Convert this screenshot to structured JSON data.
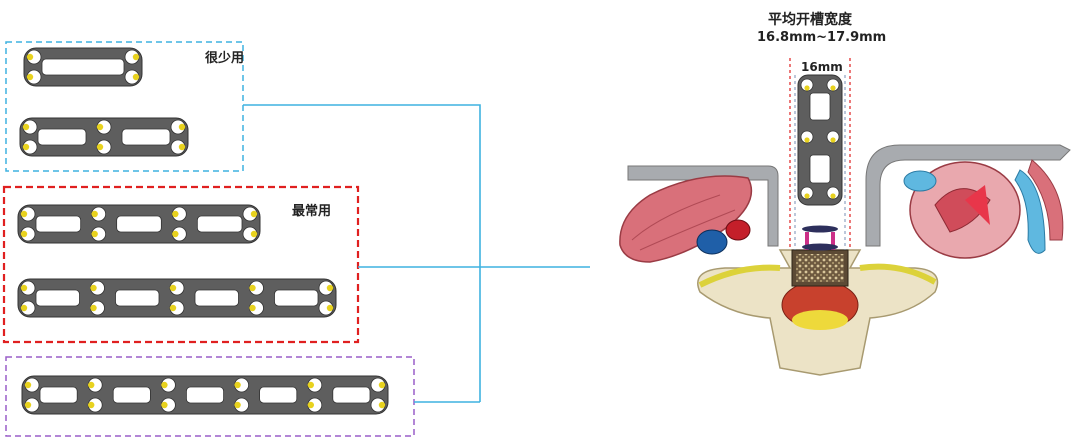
{
  "groups": [
    {
      "label": "很少用",
      "color": "#3fb2e0"
    },
    {
      "label": "最常用",
      "color": "#e02020"
    },
    {
      "label": "",
      "color": "#9a5fc8"
    }
  ],
  "measure": {
    "title": "平均开槽宽度",
    "range": "16.8mm~17.9mm",
    "plate_width": "16mm"
  },
  "colors": {
    "connector": "#3fb2e0",
    "plate": "#5e5e5e",
    "screw": "#e8d21e",
    "metal": "#a8abaf",
    "bone": "#ece3c6",
    "muscle": "#d9707a",
    "nerve": "#dcd23a",
    "cord": "#c8412d",
    "graft": "#5c4a35"
  }
}
